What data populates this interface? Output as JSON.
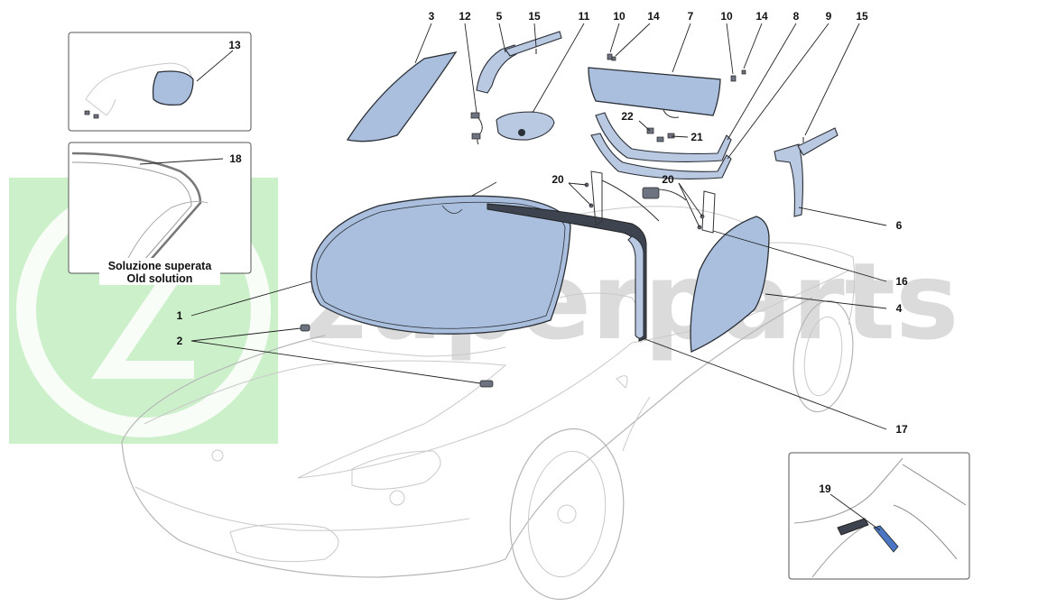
{
  "watermark": {
    "text": "zuperparts",
    "logo": "ZP",
    "color": "#8ee08a"
  },
  "inset_old": {
    "caption_line1": "Soluzione superata",
    "caption_line2": "Old solution"
  },
  "labels": {
    "n1": "1",
    "n2": "2",
    "n3": "3",
    "n4": "4",
    "n5": "5",
    "n6": "6",
    "n7": "7",
    "n8": "8",
    "n9": "9",
    "n10a": "10",
    "n10b": "10",
    "n11": "11",
    "n12": "12",
    "n13": "13",
    "n14a": "14",
    "n14b": "14",
    "n15a": "15",
    "n15b": "15",
    "n16": "16",
    "n17": "17",
    "n18": "18",
    "n19": "19",
    "n20a": "20",
    "n20b": "20",
    "n21": "21",
    "n22": "22"
  },
  "colors": {
    "glass": "#a9bfdd",
    "outline": "#2b2f36",
    "car_line": "#c9c9c9"
  }
}
